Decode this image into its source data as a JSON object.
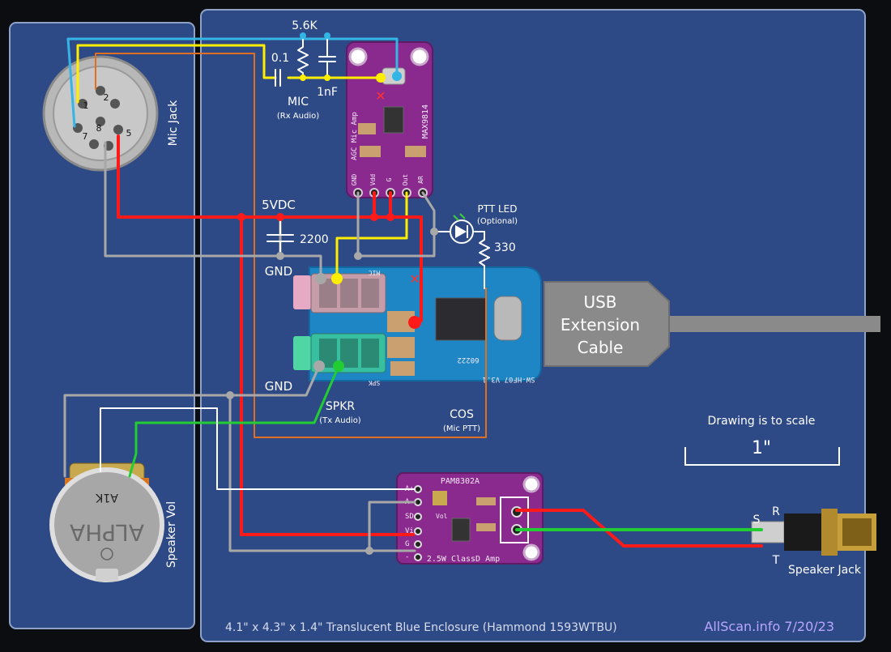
{
  "colors": {
    "background": "#0c0d10",
    "enclosure": "#2e4a86",
    "panel_edge": "#8fa2c8",
    "pcb_purple": "#8a2a8e",
    "pcb_blue": "#1f86c6",
    "wire_red": "#ff1a1a",
    "wire_yellow": "#ffee00",
    "wire_cyan": "#33b5e5",
    "wire_orange": "#e07020",
    "wire_gray": "#a8a8a8",
    "wire_white": "#ffffff",
    "wire_green": "#22cc33",
    "credit": "#b9a6ff"
  },
  "labels": {
    "mic_jack": "Mic Jack",
    "speaker_vol": "Speaker Vol",
    "r_56k": "5.6K",
    "c_01": "0.1",
    "c_1nf": "1nF",
    "mic": "MIC",
    "rx_audio": "(Rx Audio)",
    "vdc": "5VDC",
    "c_2200": "2200",
    "gnd_top": "GND",
    "gnd_bottom": "GND",
    "ptt_led": "PTT LED",
    "optional": "(Optional)",
    "r_330": "330",
    "usb_line1": "USB",
    "usb_line2": "Extension",
    "usb_line3": "Cable",
    "spkr": "SPKR",
    "tx_audio": "(Tx Audio)",
    "cos": "COS",
    "mic_ptt": "(Mic PTT)",
    "scale_note": "Drawing is to scale",
    "scale_value": "1\"",
    "speaker_jack": "Speaker Jack",
    "jack_s": "S",
    "jack_r": "R",
    "jack_t": "T",
    "enclosure_desc": "4.1\" x 4.3\" x 1.4\" Translucent Blue Enclosure (Hammond 1593WTBU)",
    "credit": "AllScan.info 7/20/23"
  },
  "mic_pins": [
    "1",
    "2",
    "5",
    "7",
    "8"
  ],
  "amp_board": {
    "chip": "MAX9814",
    "title": "AGC Mic Amp",
    "pins": [
      "GND",
      "Vdd",
      "G",
      "Out",
      "AR"
    ]
  },
  "usb_board": {
    "label": "SW-HF07 V3.1",
    "chip_code": "60222",
    "top_label": "MIC",
    "bottom_label": "SPK"
  },
  "pam_board": {
    "name": "PAM8302A",
    "power": "2.5W ClassD Amp",
    "pins": [
      "A+",
      "A-",
      "SD",
      "Vin",
      "G",
      "-"
    ],
    "vol": "Vol"
  },
  "pot": {
    "brand": "ALPHA",
    "value": "A1K"
  }
}
